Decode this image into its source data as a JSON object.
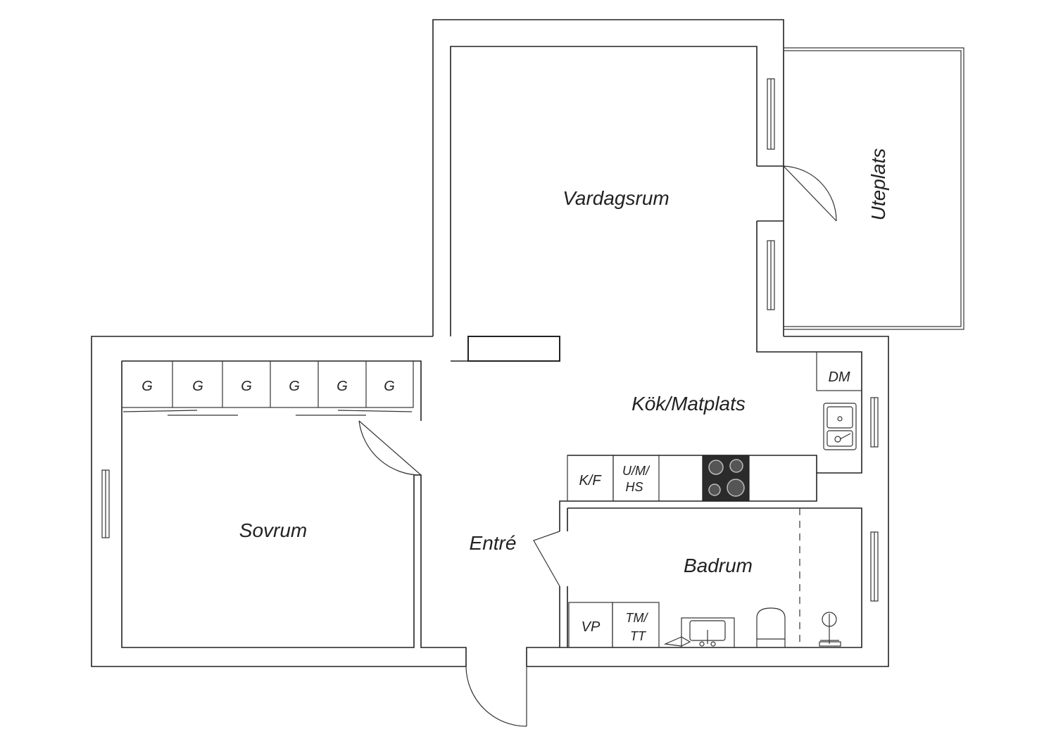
{
  "rooms": {
    "vardagsrum": "Vardagsrum",
    "uteplats": "Uteplats",
    "kok": "Kök/Matplats",
    "sovrum": "Sovrum",
    "entre": "Entré",
    "badrum": "Badrum"
  },
  "fixtures": {
    "wardrobe": [
      "G",
      "G",
      "G",
      "G",
      "G",
      "G"
    ],
    "dm": "DM",
    "kf": "K/F",
    "umhs_1": "U/M/",
    "umhs_2": "HS",
    "vp": "VP",
    "tmtt_1": "TM/",
    "tmtt_2": "TT"
  },
  "colors": {
    "line": "#222222",
    "stove": "#2b2b2b",
    "background": "#ffffff"
  }
}
